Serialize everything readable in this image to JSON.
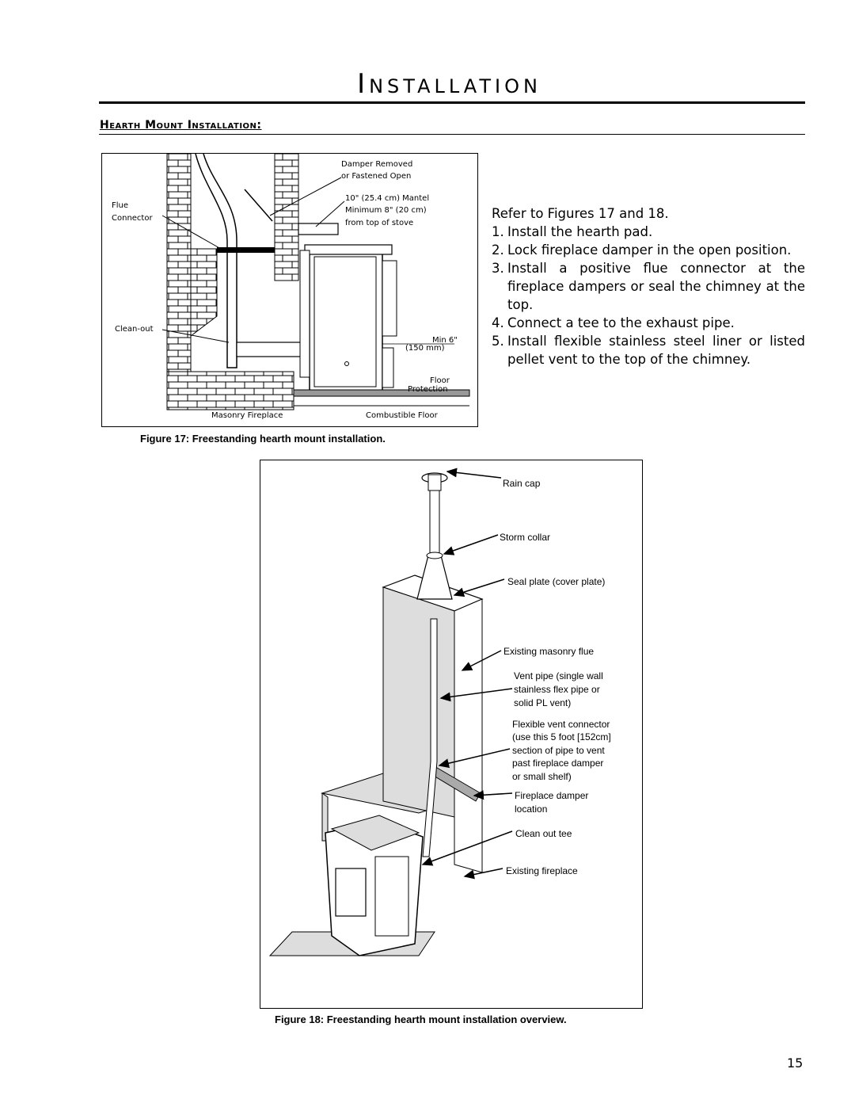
{
  "page": {
    "title": "Installation",
    "section_heading": "Hearth Mount Installation:",
    "page_number": "15"
  },
  "instructions": {
    "intro": "Refer to Figures 17 and 18.",
    "steps": [
      {
        "num": "1.",
        "text": "Install the hearth pad."
      },
      {
        "num": "2.",
        "text": "Lock fireplace damper in the open position."
      },
      {
        "num": "3.",
        "text": "Install a positive flue connector at the fireplace dampers or seal the chimney at the top."
      },
      {
        "num": "4.",
        "text": "Connect a tee to the exhaust pipe."
      },
      {
        "num": "5.",
        "text": "Install flexible stainless steel liner or listed pellet vent to the top of the chimney."
      }
    ]
  },
  "figure17": {
    "caption": "Figure 17: Freestanding hearth mount installation.",
    "labels": {
      "damper_1": "Damper Removed",
      "damper_2": "or Fastened Open",
      "mantel_1": "10\" (25.4 cm) Mantel",
      "mantel_2": "Minimum 8\" (20 cm)",
      "mantel_3": "from top of stove",
      "flue_1": "Flue",
      "flue_2": "Connector",
      "cleanout": "Clean-out",
      "min_1": "Min 6\"",
      "min_2": "(150 mm)",
      "floor_1": "Floor",
      "floor_2": "Protection",
      "masonry": "Masonry Fireplace",
      "combustible": "Combustible Floor"
    }
  },
  "figure18": {
    "caption": "Figure 18: Freestanding hearth mount installation overview.",
    "labels": {
      "rain_cap": "Rain cap",
      "storm_collar": "Storm collar",
      "seal_plate": "Seal plate (cover plate)",
      "masonry_flue": "Existing masonry flue",
      "vent_pipe_1": "Vent pipe (single wall",
      "vent_pipe_2": "stainless flex pipe or",
      "vent_pipe_3": "solid PL vent)",
      "flex_1": "Flexible vent connector",
      "flex_2": "(use this 5 foot [152cm]",
      "flex_3": "section of pipe to vent",
      "flex_4": "past fireplace damper",
      "flex_5": "or small shelf)",
      "damper_1": "Fireplace damper",
      "damper_2": "location",
      "cleanout_tee": "Clean out tee",
      "existing_fireplace": "Existing fireplace"
    }
  }
}
